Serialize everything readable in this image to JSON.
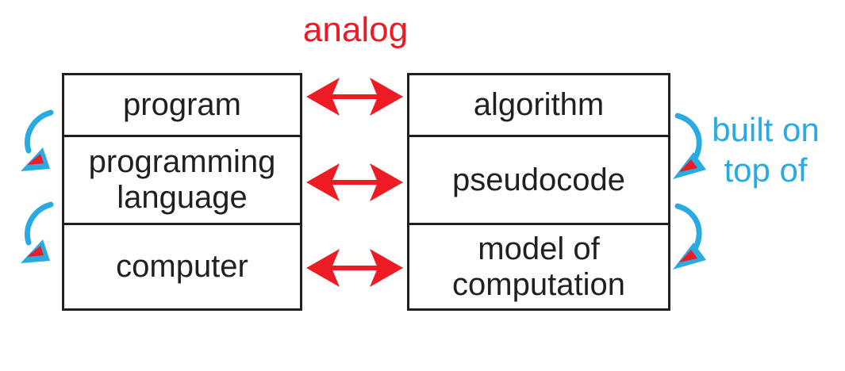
{
  "diagram": {
    "analog_label": "analog",
    "built_on_label": {
      "line1": "built on",
      "line2": "top of"
    },
    "left_column": {
      "rows": [
        "program",
        "programming language",
        "computer"
      ]
    },
    "right_column": {
      "rows": [
        "algorithm",
        "pseudocode",
        "model of computation"
      ]
    },
    "relations": {
      "horizontal": "analog",
      "vertical": "built on top of"
    },
    "colors": {
      "arrow_red": "#ED1C24",
      "arrow_cyan": "#29ABE2",
      "ink_black": "#231F20",
      "background": "#FFFFFF"
    }
  }
}
